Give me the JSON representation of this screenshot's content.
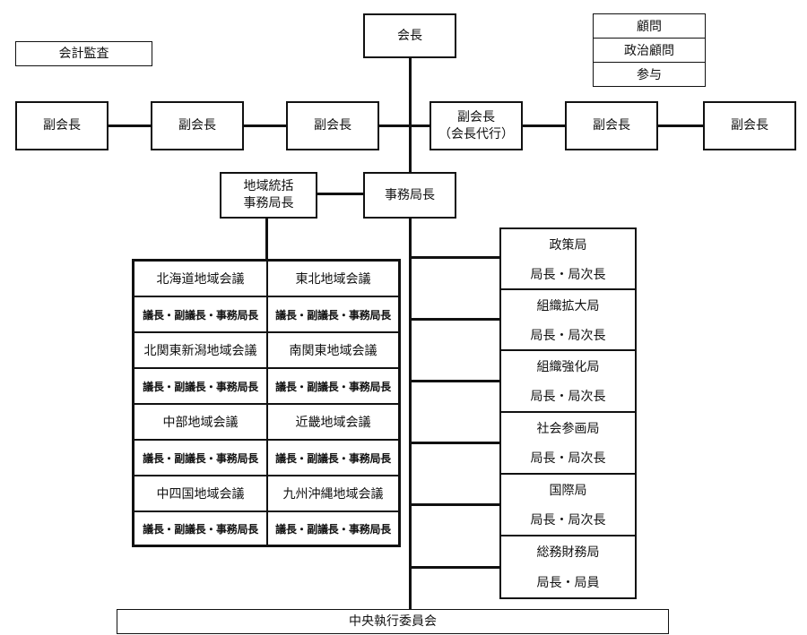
{
  "top": {
    "president": "会長",
    "audit": "会計監査"
  },
  "advisors": [
    "顧問",
    "政治顧問",
    "参与"
  ],
  "vice_presidents": [
    {
      "line1": "副会長",
      "line2": ""
    },
    {
      "line1": "副会長",
      "line2": ""
    },
    {
      "line1": "副会長",
      "line2": ""
    },
    {
      "line1": "副会長",
      "line2": "（会長代行）"
    },
    {
      "line1": "副会長",
      "line2": ""
    },
    {
      "line1": "副会長",
      "line2": ""
    }
  ],
  "secretariat": {
    "regional_line1": "地域統括",
    "regional_line2": "事務局長",
    "general": "事務局長"
  },
  "regional_councils": [
    {
      "name": "北海道地域会議",
      "roles": "議長・副議長・事務局長"
    },
    {
      "name": "東北地域会議",
      "roles": "議長・副議長・事務局長"
    },
    {
      "name": "北関東新潟地域会議",
      "roles": "議長・副議長・事務局長"
    },
    {
      "name": "南関東地域会議",
      "roles": "議長・副議長・事務局長"
    },
    {
      "name": "中部地域会議",
      "roles": "議長・副議長・事務局長"
    },
    {
      "name": "近畿地域会議",
      "roles": "議長・副議長・事務局長"
    },
    {
      "name": "中四国地域会議",
      "roles": "議長・副議長・事務局長"
    },
    {
      "name": "九州沖縄地域会議",
      "roles": "議長・副議長・事務局長"
    }
  ],
  "bureaus": [
    {
      "name": "政策局",
      "roles": "局長・局次長"
    },
    {
      "name": "組織拡大局",
      "roles": "局長・局次長"
    },
    {
      "name": "組織強化局",
      "roles": "局長・局次長"
    },
    {
      "name": "社会参画局",
      "roles": "局長・局次長"
    },
    {
      "name": "国際局",
      "roles": "局長・局次長"
    },
    {
      "name": "総務財務局",
      "roles": "局長・局員"
    }
  ],
  "committee": "中央執行委員会"
}
